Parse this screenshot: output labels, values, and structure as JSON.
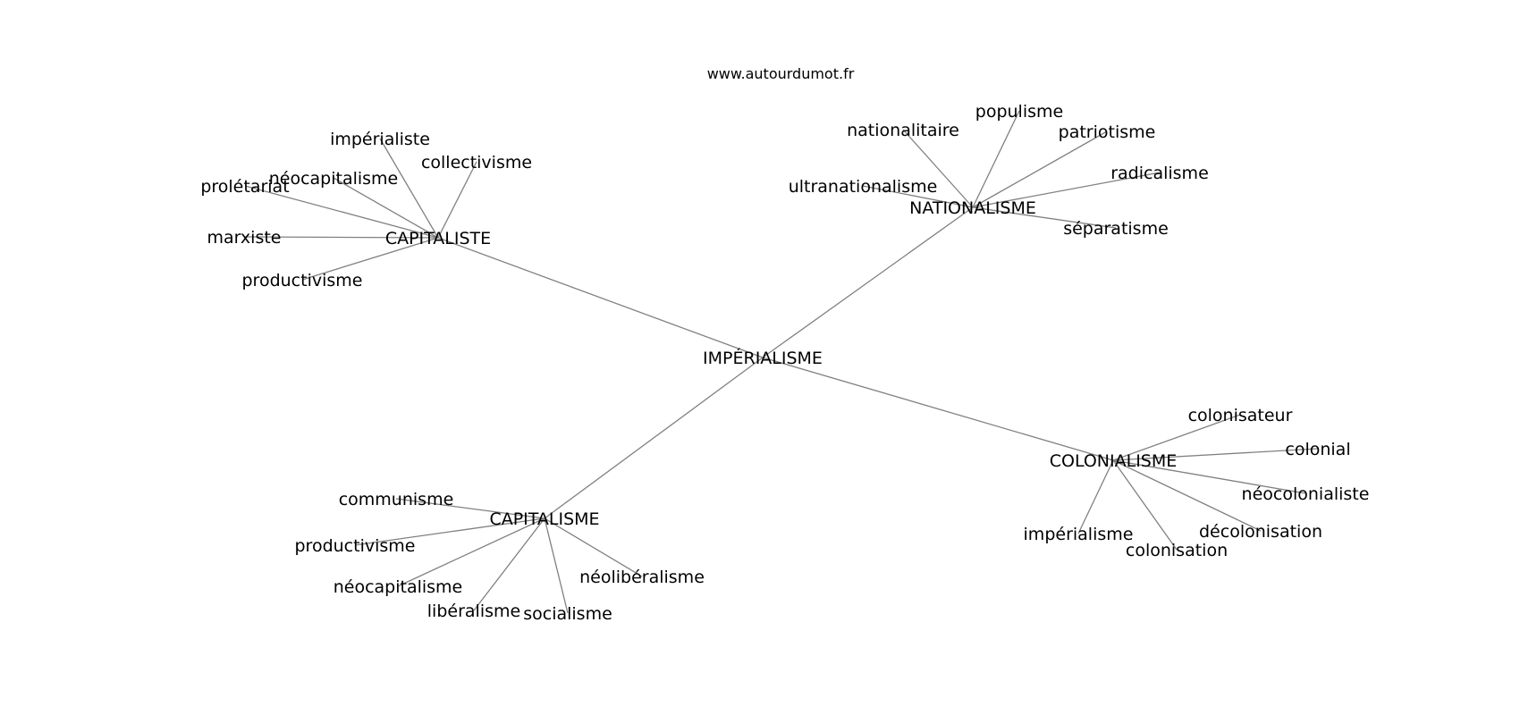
{
  "source": "www.autourdumot.fr",
  "graph": {
    "center": "IMPÉRIALISME",
    "clusters": [
      {
        "hub": "CAPITALISTE",
        "words": [
          "impérialiste",
          "collectivisme",
          "néocapitalisme",
          "prolétariat",
          "marxiste",
          "productivisme"
        ]
      },
      {
        "hub": "NATIONALISME",
        "words": [
          "nationalitaire",
          "populisme",
          "patriotisme",
          "ultranationalisme",
          "radicalisme",
          "séparatisme"
        ]
      },
      {
        "hub": "CAPITALISME",
        "words": [
          "communisme",
          "productivisme",
          "néocapitalisme",
          "libéralisme",
          "socialisme",
          "néolibéralisme"
        ]
      },
      {
        "hub": "COLONIALISME",
        "words": [
          "colonisateur",
          "colonial",
          "néocolonialiste",
          "décolonisation",
          "colonisation",
          "impérialisme"
        ]
      }
    ]
  }
}
